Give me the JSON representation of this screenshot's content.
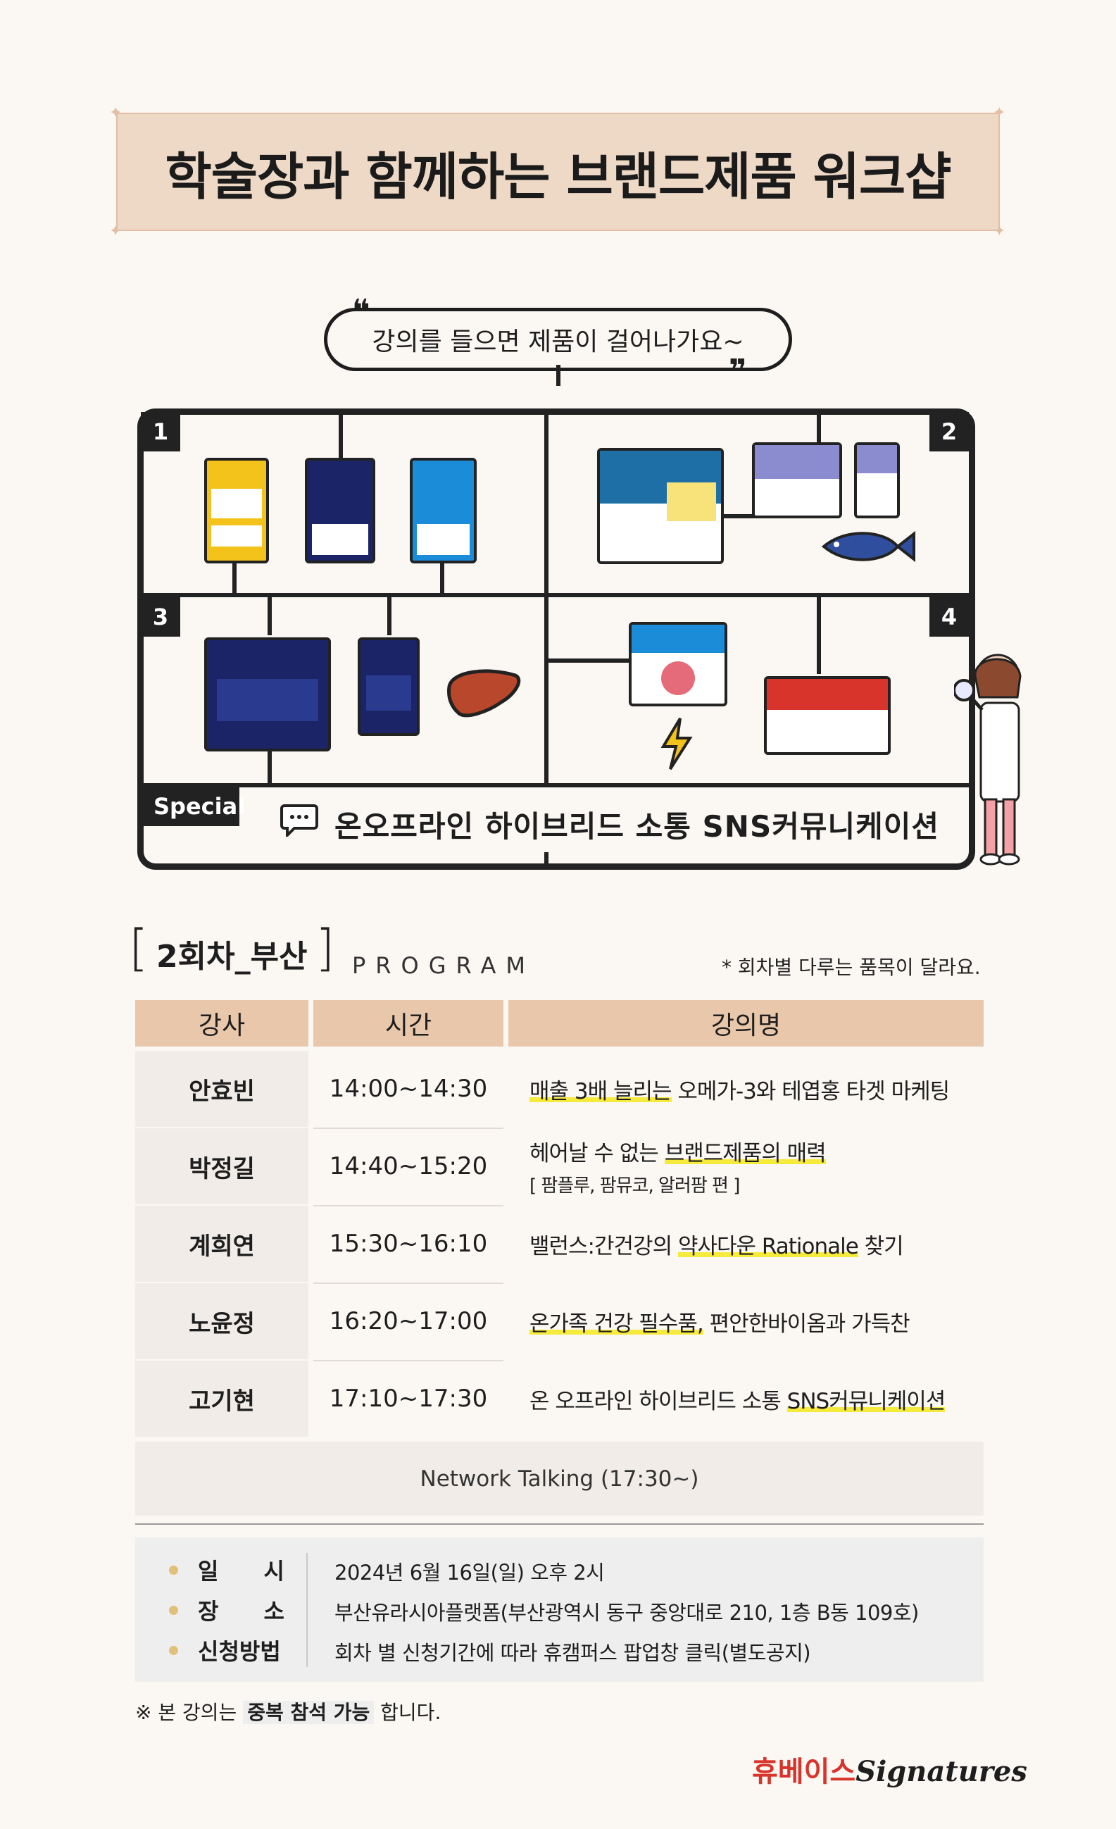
{
  "header": {
    "title": "학술장과 함께하는 브랜드제품 워크샵",
    "quote": "강의를 들으면 제품이 걸어나가요~"
  },
  "board": {
    "numbers": [
      "1",
      "2",
      "3",
      "4"
    ],
    "special_tag": "Special",
    "special_text": "온오프라인 하이브리드 소통 SNS커뮤니케이션"
  },
  "program": {
    "session": "2회차_부산",
    "label": "PROGRAM",
    "note": "* 회차별 다루는 품목이 달라요.",
    "headers": [
      "강사",
      "시간",
      "강의명"
    ],
    "rows": [
      {
        "name": "안효빈",
        "time": "14:00~14:30",
        "title_hl": "매출 3배 늘리는",
        "title_rest": " 오메가-3와 테엽홍 타겟 마케팅",
        "sub": ""
      },
      {
        "name": "박정길",
        "time": "14:40~15:20",
        "title_pre": "헤어날 수 없는 ",
        "title_hl": "브랜드제품의 매력",
        "sub": "[ 팜플루, 팜뮤코, 알러팜 편 ]"
      },
      {
        "name": "계희연",
        "time": "15:30~16:10",
        "title_pre": "밸런스:간건강의 ",
        "title_hl": "약사다운 Rationale",
        "title_rest": " 찾기"
      },
      {
        "name": "노윤정",
        "time": "16:20~17:00",
        "title_hl": "온가족 건강 필수품,",
        "title_rest": " 편안한바이옴과 가득찬"
      },
      {
        "name": "고기현",
        "time": "17:10~17:30",
        "title_pre": "온 오프라인 하이브리드 소통 ",
        "title_hl": "SNS커뮤니케이션"
      }
    ],
    "network": "Network Talking (17:30~)"
  },
  "info": {
    "items": [
      {
        "label": "일　　시",
        "value": "2024년 6월 16일(일) 오후 2시"
      },
      {
        "label": "장　　소",
        "value": "부산유라시아플랫폼(부산광역시 동구 중앙대로 210, 1층 B동 109호)"
      },
      {
        "label": "신청방법",
        "value": "회차 별 신청기간에 따라 휴캠퍼스 팝업창 클릭(별도공지)"
      }
    ]
  },
  "footnote": {
    "pre": "※ 본 강의는 ",
    "bold": "중복 참석 가능",
    "post": " 합니다."
  },
  "brand": {
    "name": "휴베이스",
    "suffix": "Signatures"
  },
  "colors": {
    "banner": "#eed8c6",
    "table_header": "#e8c7ab",
    "highlight": "#f6ea3c",
    "brand_red": "#d9342b",
    "navy": "#1b2466",
    "yellow_pack": "#f3c21b",
    "blue_pack": "#1a8cd8"
  }
}
